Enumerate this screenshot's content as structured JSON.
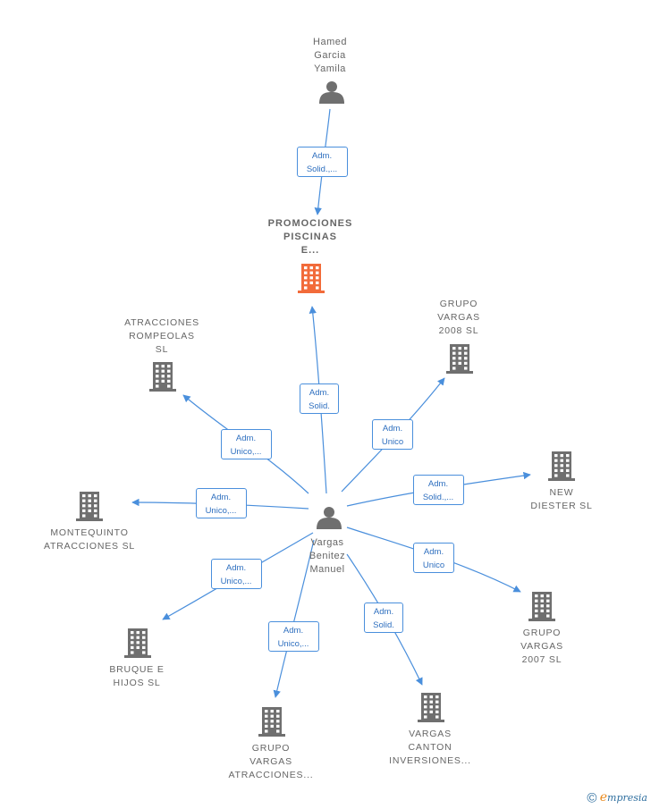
{
  "colors": {
    "edge": "#4a8fdc",
    "person": "#6f6f6f",
    "company": "#6f6f6f",
    "focus_company": "#f26b3a"
  },
  "nodes": [
    {
      "id": "hamed",
      "kind": "person",
      "label": "Hamed\nGarcia\nYamila",
      "icon": "person-icon"
    },
    {
      "id": "promo",
      "kind": "company-focus",
      "label": "PROMOCIONES\nPISCINAS\nE...",
      "icon": "building-icon"
    },
    {
      "id": "vargas",
      "kind": "person",
      "label": "Vargas\nBenitez\nManuel",
      "icon": "person-icon"
    },
    {
      "id": "rompeolas",
      "kind": "company",
      "label": "ATRACCIONES\nROMPEOLAS\nSL",
      "icon": "building-icon"
    },
    {
      "id": "gv2008",
      "kind": "company",
      "label": "GRUPO\nVARGAS\n2008 SL",
      "icon": "building-icon"
    },
    {
      "id": "newdiester",
      "kind": "company",
      "label": "NEW\nDIESTER  SL",
      "icon": "building-icon"
    },
    {
      "id": "montequinto",
      "kind": "company",
      "label": "MONTEQUINTO\nATRACCIONES SL",
      "icon": "building-icon"
    },
    {
      "id": "gv2007",
      "kind": "company",
      "label": "GRUPO\nVARGAS\n2007 SL",
      "icon": "building-icon"
    },
    {
      "id": "bruque",
      "kind": "company",
      "label": "BRUQUE E\nHIJOS SL",
      "icon": "building-icon"
    },
    {
      "id": "gvatracciones",
      "kind": "company",
      "label": "GRUPO\nVARGAS\nATRACCIONES...",
      "icon": "building-icon"
    },
    {
      "id": "vcanton",
      "kind": "company",
      "label": "VARGAS\nCANTON\nINVERSIONES...",
      "icon": "building-icon"
    }
  ],
  "edges": [
    {
      "from": "hamed",
      "to": "promo",
      "label": "Adm.\nSolid.,..."
    },
    {
      "from": "vargas",
      "to": "promo",
      "label": "Adm.\nSolid."
    },
    {
      "from": "vargas",
      "to": "rompeolas",
      "label": "Adm.\nUnico,..."
    },
    {
      "from": "vargas",
      "to": "gv2008",
      "label": "Adm.\nUnico"
    },
    {
      "from": "vargas",
      "to": "newdiester",
      "label": "Adm.\nSolid.,..."
    },
    {
      "from": "vargas",
      "to": "montequinto",
      "label": "Adm.\nUnico,..."
    },
    {
      "from": "vargas",
      "to": "gv2007",
      "label": "Adm.\nUnico"
    },
    {
      "from": "vargas",
      "to": "bruque",
      "label": "Adm.\nUnico,..."
    },
    {
      "from": "vargas",
      "to": "gvatracciones",
      "label": "Adm.\nUnico,..."
    },
    {
      "from": "vargas",
      "to": "vcanton",
      "label": "Adm.\nSolid."
    }
  ],
  "footer": {
    "copyright": "©",
    "brand_initial": "e",
    "brand_rest": "mpresia"
  }
}
